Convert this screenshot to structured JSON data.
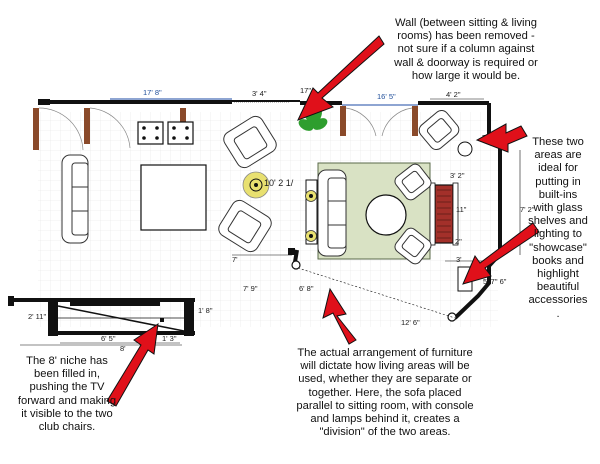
{
  "colors": {
    "wall": "#111111",
    "wood": "#8a4a2a",
    "blue_line": "#4a6fb8",
    "grid": "#e4e4e4",
    "rug": "#d9e2c4",
    "arrow": "#e0101a",
    "plant": "#2e9e2e",
    "lamp": "#e8e070",
    "fireplace": "#a3302a"
  },
  "icons": {
    "arrow": "red-arrow-icon",
    "plant": "potted-plant-icon",
    "lamp": "table-lamp-icon"
  },
  "annotations": {
    "wall_removed": {
      "lines": [
        "Wall (between sitting & living",
        "rooms) has been removed -",
        "not sure if a column against",
        "wall & doorway is required or",
        "how large it would be."
      ]
    },
    "builtins": {
      "lines": [
        "These two",
        "areas are",
        "ideal for",
        "putting in",
        "built-ins",
        "with glass",
        "shelves and",
        "lighting to",
        "\"showcase\"",
        "books and",
        "highlight",
        "beautiful",
        "accessories",
        "."
      ]
    },
    "arrangement": {
      "lines": [
        "The actual arrangement of furniture",
        "will dictate how living areas will be",
        "used, whether they are separate or",
        "together.  Here, the sofa placed",
        "parallel to sitting room, with console",
        "and lamps behind it, creates a",
        "\"division\" of the two areas."
      ]
    },
    "niche": {
      "lines": [
        "The 8' niche has",
        "been filled in,",
        "pushing the TV",
        "forward and making",
        "it visible to the two",
        "club chairs."
      ]
    }
  },
  "dimensions": {
    "d_17_8": "17' 8\"",
    "d_3_4": "3' 4\"",
    "d_17": "17\"",
    "d_16_5": "16' 5\"",
    "d_4_2": "4' 2\"",
    "d_10_2": "10' 2 1/",
    "d_7": "7'",
    "d_7_9": "7' 9\"",
    "d_6_8": "6' 8\"",
    "d_1_8": "1' 8\"",
    "d_2_11": "2' 11\"",
    "d_6_5": "6' 5\"",
    "d_1_3": "1' 3\"",
    "d_8": "8'",
    "d_3_2": "3' 2\"",
    "d_11": "11\"",
    "d_2": "2\"",
    "d_7_2": "7' 2\"",
    "d_3": "3'",
    "d_5_8": "5' 8' 8\"",
    "d_5_7": "5' 7\" 6\"",
    "d_12_6": "12' 6\""
  }
}
